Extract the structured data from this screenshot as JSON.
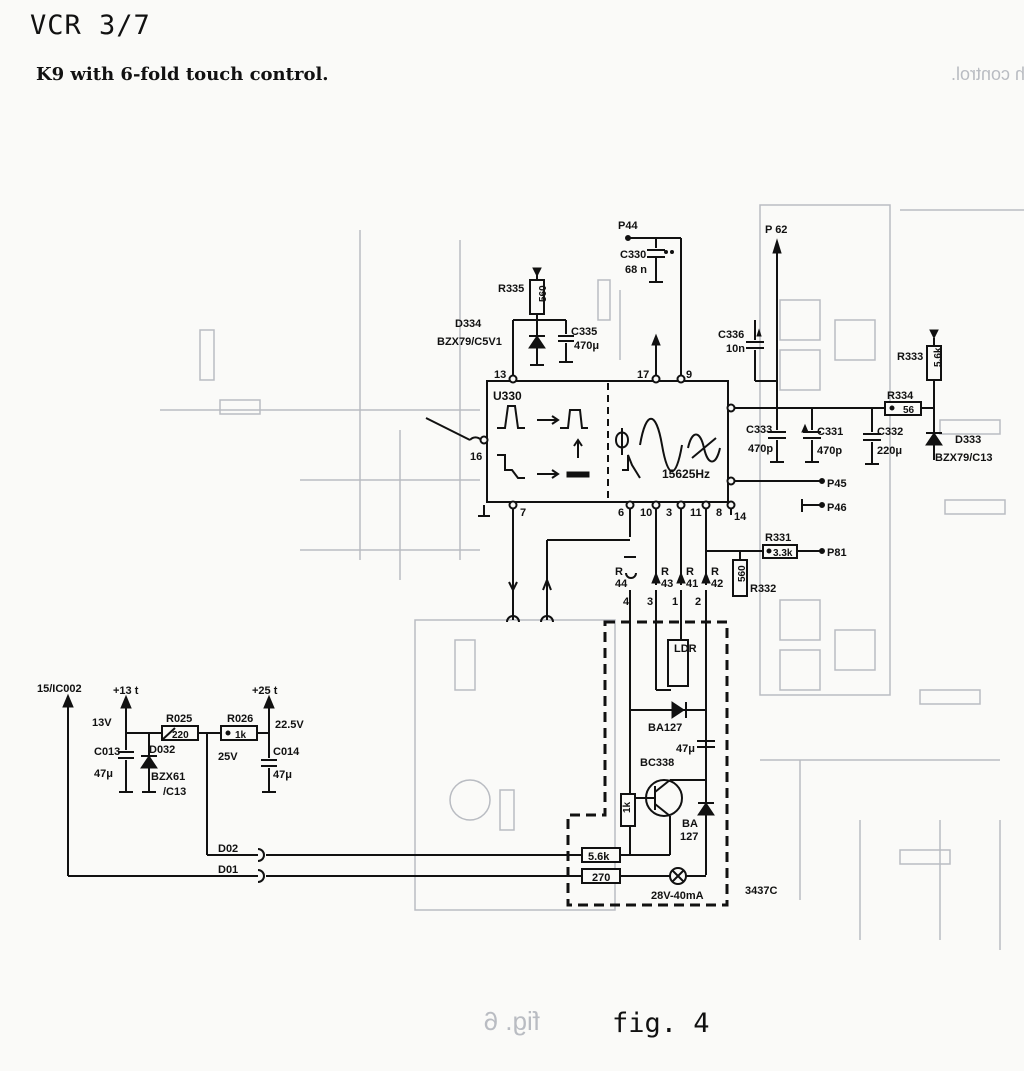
{
  "header": {
    "title": "VCR 3/7",
    "subtitle": "K9 with 6-fold touch control.",
    "figure": "fig. 4"
  },
  "ghost": {
    "mirror_text": "h control.",
    "mirror_fig": "fig. 6"
  },
  "ic": {
    "name": "U330",
    "freq": "15625Hz",
    "pins": {
      "p16": "16",
      "p13": "13",
      "p17": "17",
      "p9": "9",
      "p7": "7",
      "p6": "6",
      "p10": "10",
      "p3": "3",
      "p11": "11",
      "p8": "8",
      "p14": "14"
    }
  },
  "labels": {
    "p44": "P44",
    "c330": "C330",
    "c330v": "68 n",
    "r335": "R335",
    "r335v": "560",
    "d334": "D334",
    "d334t": "BZX79/C5V1",
    "c335": "C335",
    "c335v": "470μ",
    "p62": "P 62",
    "c336": "C336",
    "c336v": "10n",
    "r333": "R333",
    "r333v": "5.6k",
    "r334": "R334",
    "r334v": "56",
    "c333": "C333",
    "c333v": "470p",
    "c331": "C331",
    "c331v": "470p",
    "c332": "C332",
    "c332v": "220μ",
    "d333": "D333",
    "d333t": "BZX79/C13",
    "p45": "P45",
    "p46": "P46",
    "r331": "R331",
    "r331v": "3.3k",
    "p81": "P81",
    "r332": "R332",
    "r332v": "560",
    "r44": "R",
    "r44n": "44",
    "r43": "R",
    "r43n": "43",
    "r41": "R",
    "r41n": "41",
    "r42": "R",
    "r42n": "42",
    "sw4": "4",
    "sw3": "3",
    "sw1": "1",
    "sw2": "2",
    "ldr": "LDR",
    "ba127a": "BA127",
    "c47": "47μ",
    "bc338": "BC338",
    "ba127b": "BA",
    "ba127b2": "127",
    "r1k": "1k",
    "r56k": "5.6k",
    "r270": "270",
    "lamp": "28V-40mA",
    "part": "3437C",
    "ic002": "15/IC002",
    "v13t": "+13 t",
    "v25t": "+25 t",
    "v13": "13V",
    "v25": "25V",
    "v225": "22.5V",
    "r025": "R025",
    "r025v": "220",
    "r026": "R026",
    "r026v": "1k",
    "d032": "D032",
    "bzx61": "BZX61",
    "c13": "/C13",
    "c013": "C013",
    "c013v": "47μ",
    "c014": "C014",
    "c014v": "47μ",
    "d02": "D02",
    "d01": "D01"
  }
}
